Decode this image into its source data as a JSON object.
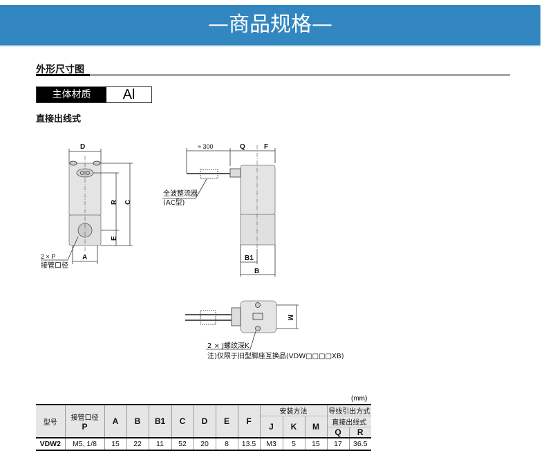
{
  "banner": {
    "title": "—商品规格—"
  },
  "section": {
    "title": "外形尺寸图"
  },
  "material": {
    "label": "主体材质",
    "value": "Al"
  },
  "subtitle": "直接出线式",
  "drawing": {
    "labels": {
      "D": "D",
      "R": "R",
      "C": "C",
      "E": "E",
      "A": "A",
      "port": "2 × P",
      "port_cn": "接管口径",
      "len": "≈ 300",
      "Q": "Q",
      "F": "F",
      "rect": "全波整流器",
      "rect_ac": "(AC型)",
      "B1": "B1",
      "B": "B",
      "M": "M",
      "thread": "2 × J螺纹深K",
      "note": "注)仅限于旧型脚座互换品(VDW□□□□XB)"
    }
  },
  "table": {
    "unit": "(mm)",
    "headers": {
      "model": "型号",
      "port": "接管口径",
      "port_sym": "P",
      "A": "A",
      "B": "B",
      "B1": "B1",
      "C": "C",
      "D": "D",
      "E": "E",
      "F": "F",
      "mount": "安装方法",
      "J": "J",
      "K": "K",
      "M": "M",
      "lead": "导线引出方式",
      "direct": "直接出线式",
      "Q": "Q",
      "R": "R"
    },
    "rows": [
      {
        "model": "VDW2",
        "P": "M5, 1/8",
        "A": "15",
        "B": "22",
        "B1": "11",
        "C": "52",
        "D": "20",
        "E": "8",
        "F": "13.5",
        "J": "M3",
        "K": "5",
        "M": "15",
        "Q": "17",
        "R": "36.5"
      }
    ]
  }
}
